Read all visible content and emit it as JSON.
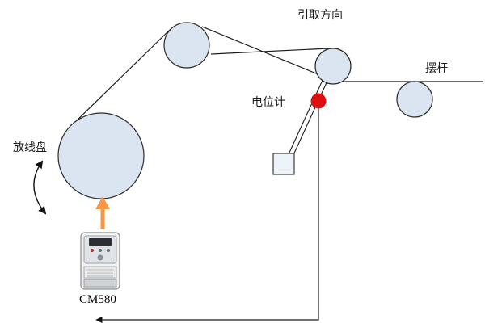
{
  "diagram": {
    "labels": {
      "takeup_direction": "引取方向",
      "swing_rod": "摆杆",
      "potentiometer": "电位计",
      "payoff_reel": "放线盘",
      "device_model": "CM580"
    },
    "colors": {
      "pulley_fill": "#dbe5f1",
      "square_fill": "#eef2f9",
      "outline": "#2a2a2a",
      "potentiometer_red": "#dd0f0f",
      "potentiometer_stroke": "#7a0c0c",
      "arrow_orange": "#f79646",
      "line_black": "#1a1a1a"
    }
  }
}
